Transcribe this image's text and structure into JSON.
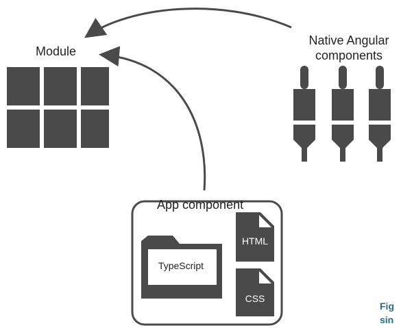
{
  "labels": {
    "module": "Module",
    "native_components": "Native Angular components",
    "app_component": "App component",
    "typescript": "TypeScript",
    "html_file": "HTML",
    "css_file": "CSS"
  },
  "caption": {
    "line1": "Fig",
    "line2": "sin"
  },
  "colors": {
    "block": "#4a4a4a",
    "arrow": "#4a4a4a",
    "caption": "#1f6f8b",
    "text": "#222222"
  }
}
